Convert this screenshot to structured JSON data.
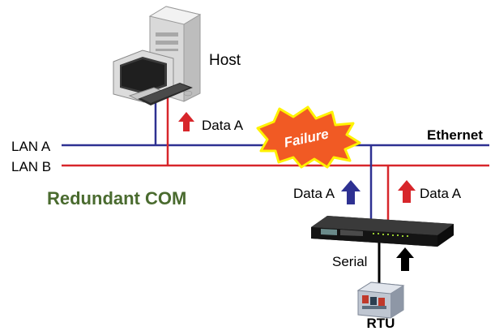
{
  "labels": {
    "host": "Host",
    "lan_a": "LAN A",
    "lan_b": "LAN B",
    "ethernet": "Ethernet",
    "redundant_com": "Redundant COM",
    "failure": "Failure",
    "data_a_host": "Data A",
    "data_a_blue": "Data A",
    "data_a_red": "Data A",
    "serial": "Serial",
    "rtu": "RTU"
  },
  "colors": {
    "lan_a": "#2e3192",
    "lan_b": "#d7262b",
    "title_green": "#4a6b2f",
    "failure_orange": "#f15a24",
    "failure_yellow": "#fff200",
    "arrow_red": "#d7262b",
    "arrow_blue": "#2e3192",
    "arrow_black": "#000000"
  },
  "icons": {
    "host": "desktop-computer-icon",
    "device_server": "serial-device-server-icon",
    "rtu": "rtu-device-icon",
    "failure": "failure-burst-icon"
  }
}
